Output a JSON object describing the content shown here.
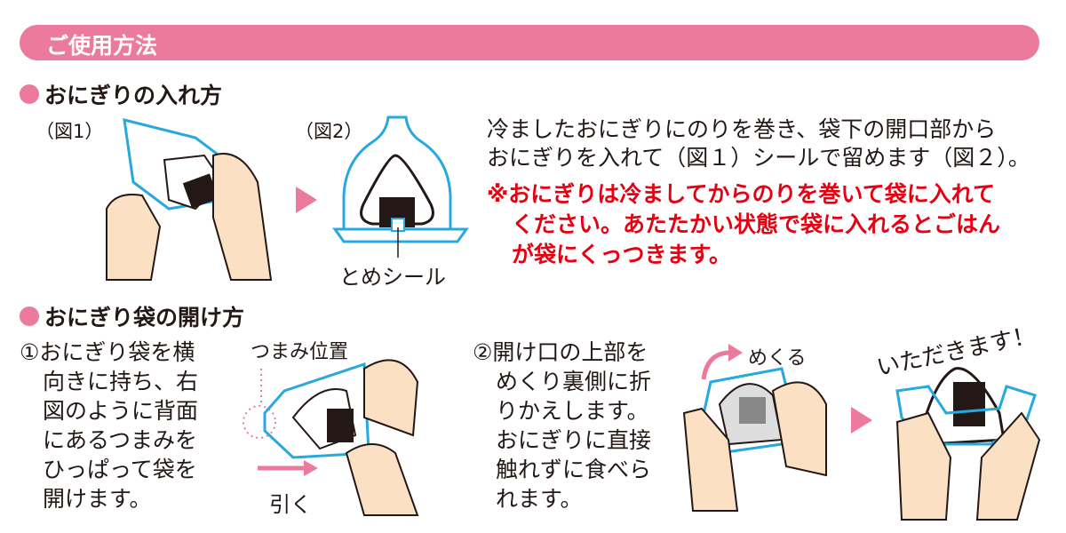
{
  "header": {
    "title": "ご使用方法"
  },
  "section1": {
    "title": "おにぎりの入れ方",
    "fig1_label": "（図1）",
    "fig2_label": "（図2）",
    "seal_label": "とめシール",
    "description": [
      "冷ましたおにぎりにのりを巻き、袋下の開口部から",
      "おにぎりを入れて（図１）シールで留めます（図２）。"
    ],
    "warning": [
      "※おにぎりは冷ましてからのりを巻いて袋に入れて",
      "ください。あたたかい状態で袋に入れるとごはん",
      "が袋にくっつきます。"
    ]
  },
  "section2": {
    "title": "おにぎり袋の開け方",
    "step1": [
      "①おにぎり袋を横",
      "向きに持ち、右",
      "図のように背面",
      "にあるつまみを",
      "ひっぱって袋を",
      "開けます。"
    ],
    "tab_position_label": "つまみ位置",
    "pull_label": "引く",
    "step2": [
      "②開け口の上部を",
      "めくり裏側に折",
      "りかえします。",
      "おにぎりに直接",
      "触れずに食べら",
      "れます。"
    ],
    "flip_label": "めくる",
    "itadakimasu": "いただきます！"
  },
  "colors": {
    "accent": "#ec7a9c",
    "warning": "#e60012",
    "bag": "#27a8e0",
    "skin": "#fbe0c4"
  }
}
